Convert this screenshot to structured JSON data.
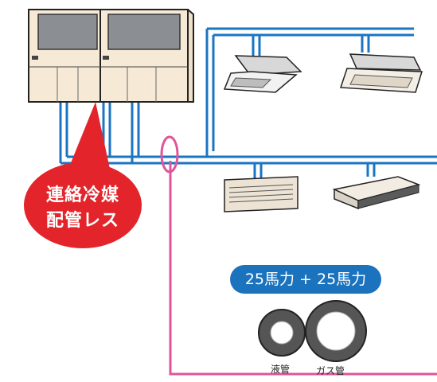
{
  "callout": {
    "line1": "連絡冷媒",
    "line2": "配管レス",
    "color": "#e3252b"
  },
  "capacity_label": "25馬力 + 25馬力",
  "pipes": {
    "liquid_label": "液管",
    "gas_label": "ガス管"
  },
  "colors": {
    "refrigerant_pipe": "#1a75c4",
    "control_wire": "#e0559a",
    "outdoor_unit_body": "#f6ead7",
    "badge": "#1c73bd"
  },
  "icons": [
    "outdoor-unit-icon",
    "ceiling-cassette-unit-icon",
    "wall-mounted-unit-icon",
    "ceiling-suspended-unit-icon",
    "pipe-cross-section-icon"
  ]
}
